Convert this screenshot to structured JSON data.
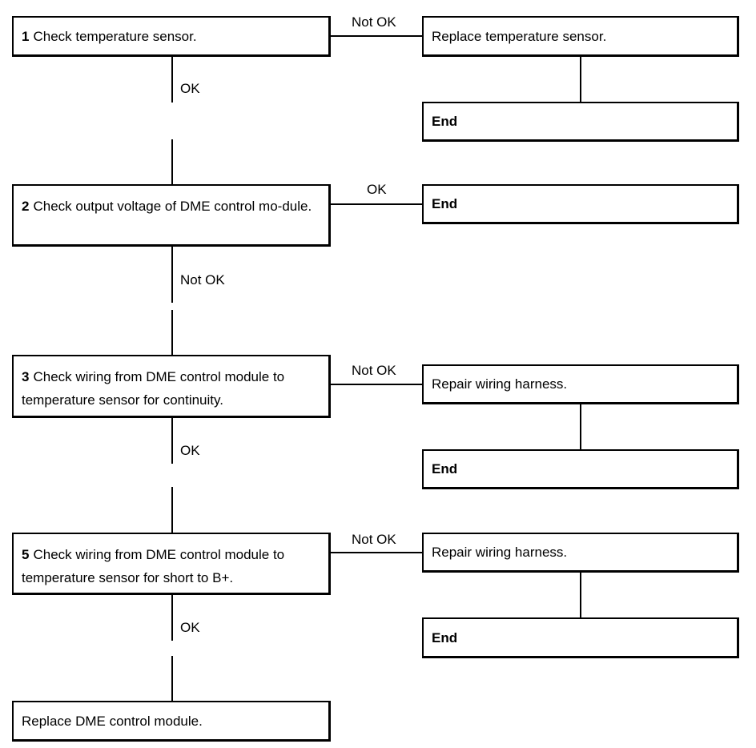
{
  "steps": {
    "s1": {
      "num": "1",
      "text": "Check temperature sensor."
    },
    "s2": {
      "num": "2",
      "text": "Check output voltage of DME control mo-dule."
    },
    "s3": {
      "num": "3",
      "text": "Check wiring from DME control module to temperature sensor for continuity."
    },
    "s5": {
      "num": "5",
      "text": "Check wiring from DME control module to temperature sensor for short to B+."
    },
    "final": {
      "text": "Replace DME control module."
    }
  },
  "actions": {
    "a1": "Replace temperature sensor.",
    "a3": "Repair wiring harness.",
    "a5": "Repair wiring harness."
  },
  "end_label": "End",
  "labels": {
    "ok": "OK",
    "not_ok": "Not OK"
  }
}
